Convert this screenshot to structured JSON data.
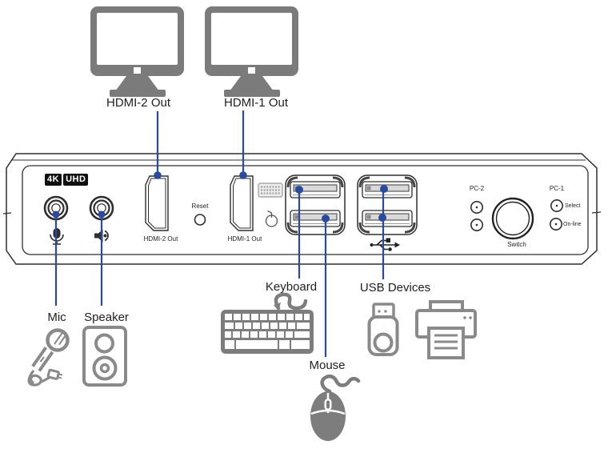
{
  "top": {
    "monitor2_label": "HDMI-2 Out",
    "monitor1_label": "HDMI-1 Out"
  },
  "device": {
    "badge": {
      "part1": "4K",
      "part2": "UHD"
    },
    "ports": {
      "hdmi2_label": "HDMI-2 Out",
      "hdmi1_label": "HDMI-1 Out",
      "reset_label": "Reset"
    },
    "controls": {
      "pc2_label": "PC-2",
      "pc1_label": "PC-1",
      "switch_label": "Switch",
      "select_label": "Select",
      "online_label": "On-line"
    }
  },
  "bottom": {
    "mic_label": "Mic",
    "speaker_label": "Speaker",
    "keyboard_label": "Keyboard",
    "mouse_label": "Mouse",
    "usb_devices_label": "USB Devices"
  },
  "icons": {
    "monitors": "monitor-icon",
    "mic_jack": "mic-jack-icon",
    "speaker_jack": "speaker-jack-icon",
    "mic_symbol": "microphone-glyph-icon",
    "speaker_symbol": "speaker-glyph-icon",
    "keyboard_port": "keyboard-port-icon",
    "mouse_port": "mouse-port-icon",
    "usb_ports": "usb-port-icon",
    "usb_symbol": "usb-trident-icon",
    "microphone": "microphone-icon",
    "speaker_box": "speaker-icon",
    "keyboard": "keyboard-icon",
    "mouse": "mouse-icon",
    "usb_flash_drive": "usb-flash-drive-icon",
    "printer": "printer-icon"
  },
  "connections": [
    {
      "from": "HDMI-2 Out monitor",
      "to": "HDMI-2 Out port"
    },
    {
      "from": "HDMI-1 Out monitor",
      "to": "HDMI-1 Out port"
    },
    {
      "from": "Mic",
      "to": "mic jack"
    },
    {
      "from": "Speaker",
      "to": "speaker jack"
    },
    {
      "from": "Keyboard",
      "to": "USB keyboard port"
    },
    {
      "from": "Mouse",
      "to": "USB mouse port"
    },
    {
      "from": "USB Devices",
      "to": "USB hub ports"
    }
  ],
  "colors": {
    "connector_blue": "#2a4a9d",
    "icon_gray": "#7d7d7d",
    "icon_outline_gray": "#8a8a8a",
    "device_stroke": "#2e2e2e",
    "badge_bg": "#101010",
    "badge_text": "#ffffff"
  }
}
